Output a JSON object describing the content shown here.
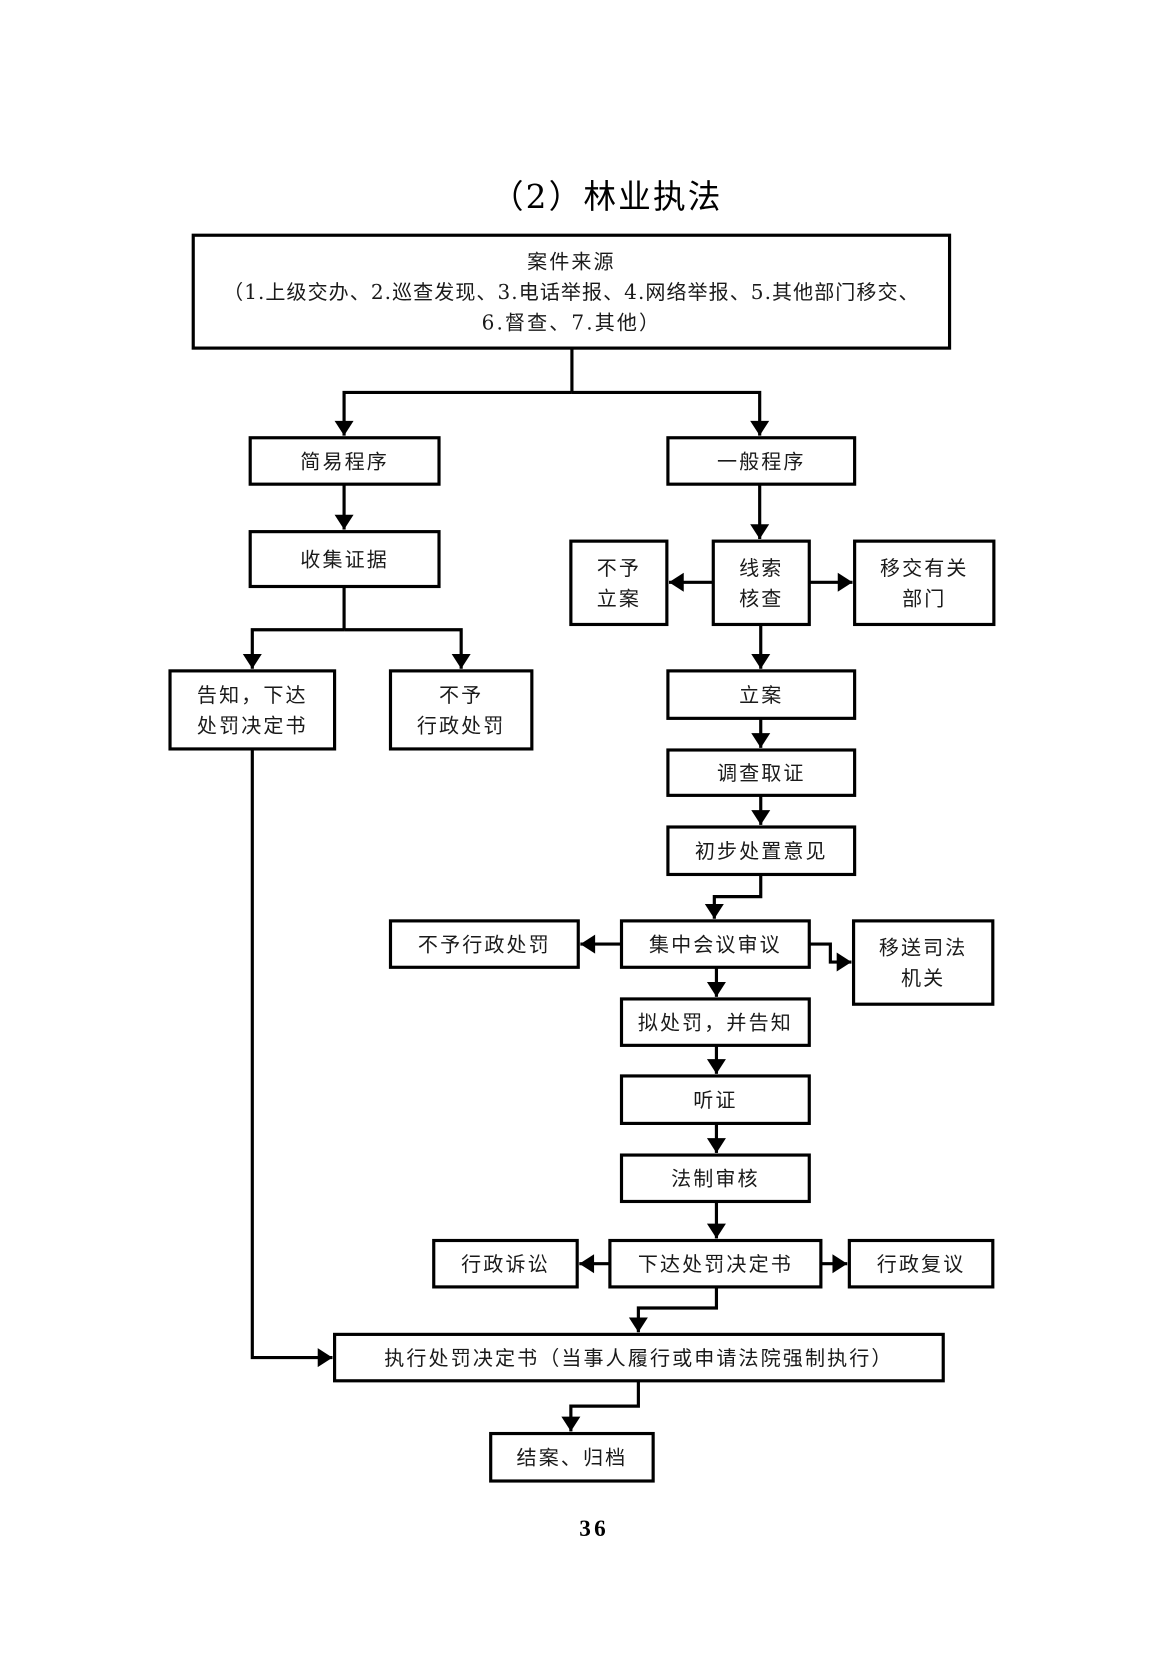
{
  "page": {
    "title": "（2）林业执法",
    "page_number": "36",
    "line_color": "#000000",
    "text_color": "#1a1a1a"
  },
  "nodes": {
    "source": {
      "lines": [
        "案件来源",
        "（1.上级交办、2.巡查发现、3.电话举报、4.网络举报、5.其他部门移交、",
        "6.督查、7.其他）"
      ]
    },
    "simple": {
      "lines": [
        "简易程序"
      ]
    },
    "general": {
      "lines": [
        "一般程序"
      ]
    },
    "collect": {
      "lines": [
        "收集证据"
      ]
    },
    "notify_decision": {
      "lines": [
        "告知，下达",
        "处罚决定书"
      ]
    },
    "no_penalty_simple": {
      "lines": [
        "不予",
        "行政处罚"
      ]
    },
    "no_filing": {
      "lines": [
        "不予",
        "立案"
      ]
    },
    "clue_check": {
      "lines": [
        "线索",
        "核查"
      ]
    },
    "transfer_dept": {
      "lines": [
        "移交有关",
        "部门"
      ]
    },
    "filing": {
      "lines": [
        "立案"
      ]
    },
    "investigate": {
      "lines": [
        "调查取证"
      ]
    },
    "preliminary": {
      "lines": [
        "初步处置意见"
      ]
    },
    "no_penalty_general": {
      "lines": [
        "不予行政处罚"
      ]
    },
    "meeting_review": {
      "lines": [
        "集中会议审议"
      ]
    },
    "transfer_judicial": {
      "lines": [
        "移送司法",
        "机关"
      ]
    },
    "propose_penalty": {
      "lines": [
        "拟处罚，并告知"
      ]
    },
    "hearing": {
      "lines": [
        "听证"
      ]
    },
    "legal_review": {
      "lines": [
        "法制审核"
      ]
    },
    "litigation": {
      "lines": [
        "行政诉讼"
      ]
    },
    "issue_decision": {
      "lines": [
        "下达处罚决定书"
      ]
    },
    "reconsideration": {
      "lines": [
        "行政复议"
      ]
    },
    "execute": {
      "lines": [
        "执行处罚决定书（当事人履行或申请法院强制执行）"
      ]
    },
    "close": {
      "lines": [
        "结案、归档"
      ]
    }
  },
  "edges": [
    {
      "from": "source",
      "to": "simple"
    },
    {
      "from": "source",
      "to": "general"
    },
    {
      "from": "simple",
      "to": "collect"
    },
    {
      "from": "collect",
      "to": "notify_decision"
    },
    {
      "from": "collect",
      "to": "no_penalty_simple"
    },
    {
      "from": "general",
      "to": "clue_check"
    },
    {
      "from": "clue_check",
      "to": "no_filing"
    },
    {
      "from": "clue_check",
      "to": "transfer_dept"
    },
    {
      "from": "clue_check",
      "to": "filing"
    },
    {
      "from": "filing",
      "to": "investigate"
    },
    {
      "from": "investigate",
      "to": "preliminary"
    },
    {
      "from": "preliminary",
      "to": "meeting_review"
    },
    {
      "from": "meeting_review",
      "to": "no_penalty_general"
    },
    {
      "from": "meeting_review",
      "to": "transfer_judicial"
    },
    {
      "from": "meeting_review",
      "to": "propose_penalty"
    },
    {
      "from": "propose_penalty",
      "to": "hearing"
    },
    {
      "from": "hearing",
      "to": "legal_review"
    },
    {
      "from": "legal_review",
      "to": "issue_decision"
    },
    {
      "from": "issue_decision",
      "to": "litigation"
    },
    {
      "from": "issue_decision",
      "to": "reconsideration"
    },
    {
      "from": "issue_decision",
      "to": "execute"
    },
    {
      "from": "notify_decision",
      "to": "execute"
    },
    {
      "from": "execute",
      "to": "close"
    }
  ]
}
